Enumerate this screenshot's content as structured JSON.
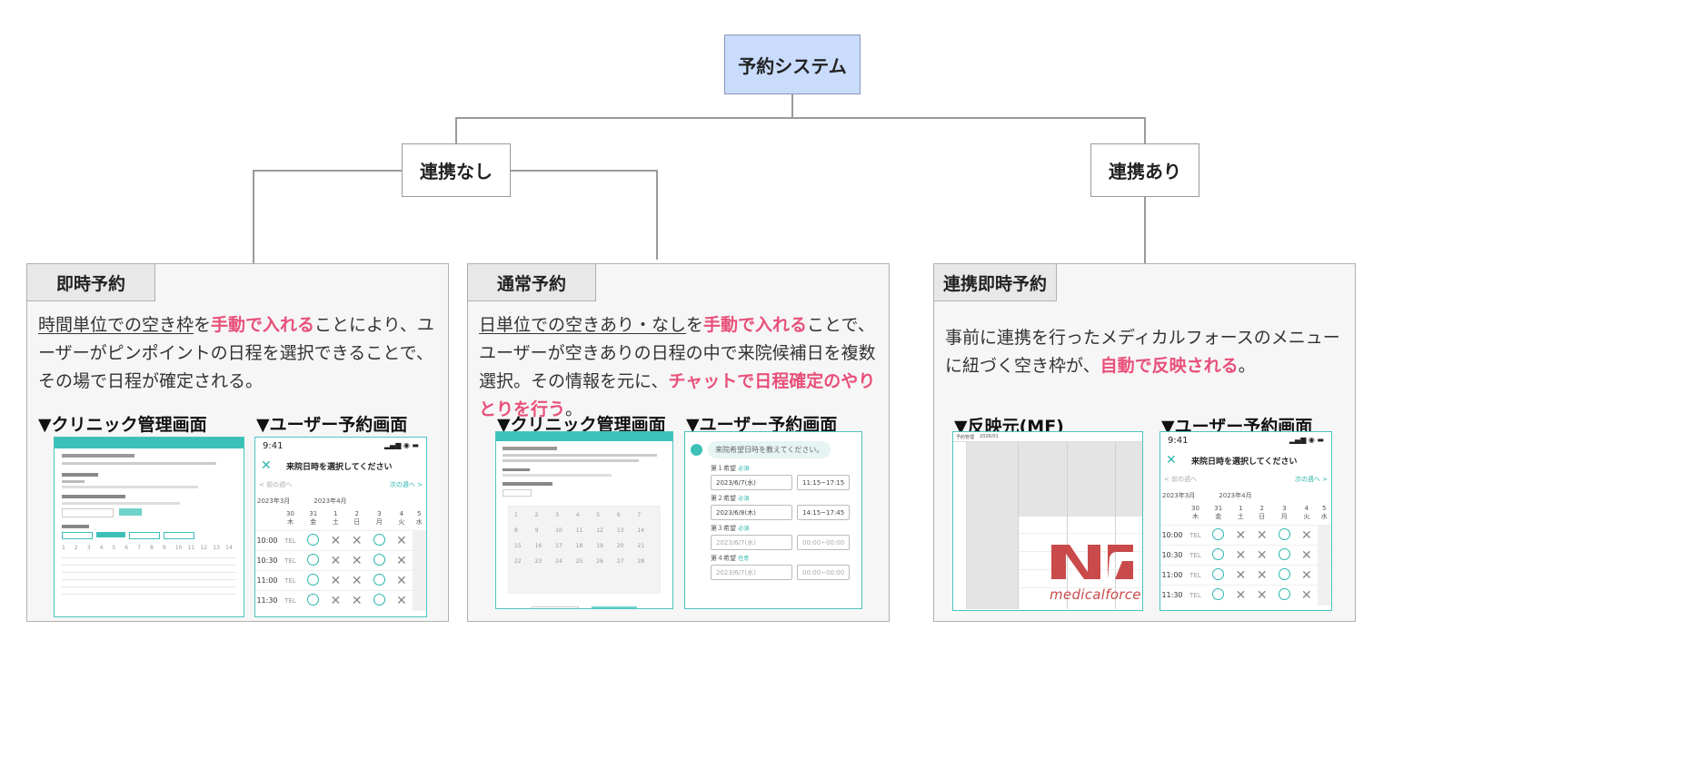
{
  "root": {
    "label": "予約システム"
  },
  "branch_no": {
    "label": "連携なし"
  },
  "branch_yes": {
    "label": "連携あり"
  },
  "panels": [
    {
      "tag": "即時予約",
      "desc": [
        {
          "text": "時間単位での空き枠",
          "style": "u"
        },
        {
          "text": "を",
          "style": ""
        },
        {
          "text": "手動で入れる",
          "style": "hl"
        },
        {
          "text": "ことにより、ユーザーがピンポイントの日程を選択できることで、その場で日程が確定される。",
          "style": ""
        }
      ],
      "left_caption": "▼クリニック管理画面",
      "right_caption": "▼ユーザー予約画面"
    },
    {
      "tag": "通常予約",
      "desc": [
        {
          "text": "日単位での空きあり・なし",
          "style": "u"
        },
        {
          "text": "を",
          "style": ""
        },
        {
          "text": "手動で入れる",
          "style": "hl"
        },
        {
          "text": "ことで、ユーザーが空きありの日程の中で来院候補日を複数選択。その情報を元に、",
          "style": ""
        },
        {
          "text": "チャットで日程確定のやりとりを行う",
          "style": "hl"
        },
        {
          "text": "。",
          "style": ""
        }
      ],
      "left_caption": "▼クリニック管理画面",
      "right_caption": "▼ユーザー予約画面"
    },
    {
      "tag": "連携即時予約",
      "desc": [
        {
          "text": "事前に連携を行ったメディカルフォースのメニューに紐づく空き枠が、",
          "style": ""
        },
        {
          "text": "自動で反映される",
          "style": "hl"
        },
        {
          "text": "。",
          "style": ""
        }
      ],
      "left_caption": "▼反映元(MF)",
      "right_caption": "▼ユーザー予約画面"
    }
  ],
  "phone": {
    "time": "9:41",
    "title": "来院日時を選択してください",
    "prev": "< 前の週へ",
    "next": "次の週へ >",
    "month_a": "2023年3月",
    "month_b": "2023年4月",
    "days": [
      {
        "d": "30",
        "w": "木"
      },
      {
        "d": "31",
        "w": "金"
      },
      {
        "d": "1",
        "w": "土"
      },
      {
        "d": "2",
        "w": "日"
      },
      {
        "d": "3",
        "w": "月"
      },
      {
        "d": "4",
        "w": "火"
      },
      {
        "d": "5",
        "w": "水"
      }
    ],
    "rows": [
      {
        "time": "10:00",
        "cells": [
          "TEL",
          "o",
          "x",
          "x",
          "o",
          "x",
          ""
        ]
      },
      {
        "time": "10:30",
        "cells": [
          "TEL",
          "o",
          "x",
          "x",
          "o",
          "x",
          ""
        ]
      },
      {
        "time": "11:00",
        "cells": [
          "TEL",
          "o",
          "x",
          "x",
          "o",
          "x",
          ""
        ]
      },
      {
        "time": "11:30",
        "cells": [
          "TEL",
          "o",
          "x",
          "x",
          "o",
          "x",
          ""
        ]
      }
    ]
  },
  "chat": {
    "prompt": "来院希望日時を教えてください。",
    "required": "必須",
    "optional": "任意",
    "wishes": [
      {
        "label": "第１希望",
        "tag": "必須",
        "date": "2023/6/7(水)",
        "time": "11:15~17:15"
      },
      {
        "label": "第２希望",
        "tag": "必須",
        "date": "2023/6/8(木)",
        "time": "14:15~17:45"
      },
      {
        "label": "第３希望",
        "tag": "必須",
        "date": "2023/6/7(水)",
        "time": "00:00~00:00"
      },
      {
        "label": "第４希望",
        "tag": "任意",
        "date": "2023/6/7(水)",
        "time": "00:00~00:00"
      }
    ]
  },
  "mf": {
    "toolbar": "予約管理",
    "month": "2026/01",
    "logo_text": "medicalforce"
  },
  "colors": {
    "root_fill": "#c9dcfc",
    "accent_pink": "#e8507a",
    "teal": "#2bb5ad",
    "mf_red": "#c94a4a"
  }
}
